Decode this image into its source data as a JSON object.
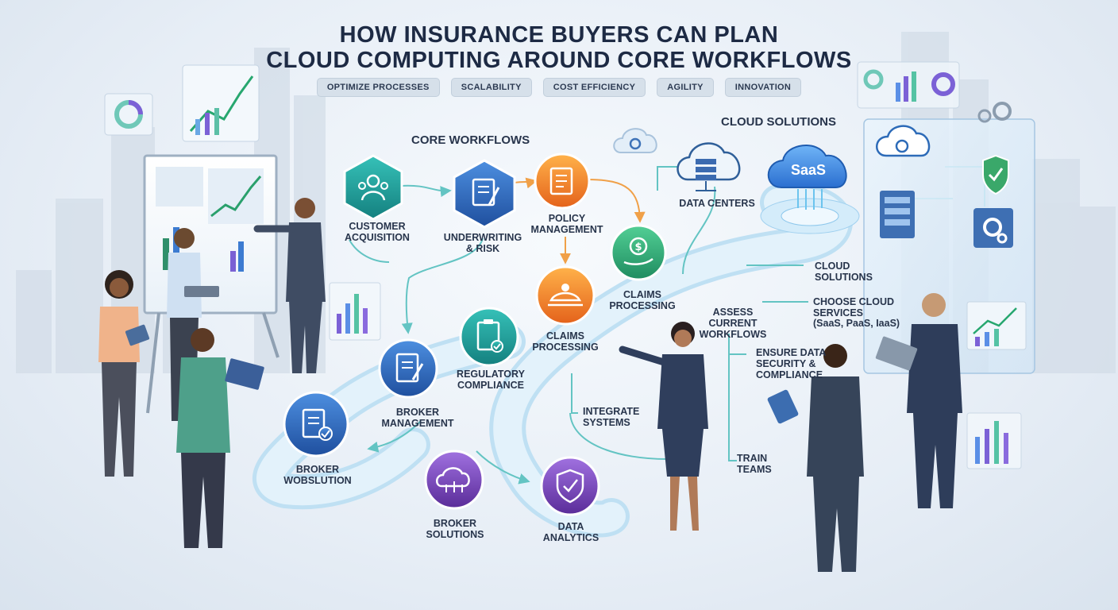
{
  "title": {
    "line1": "HOW INSURANCE BUYERS CAN PLAN",
    "line2": "CLOUD COMPUTING AROUND CORE WORKFLOWS"
  },
  "tags": [
    "OPTIMIZE PROCESSES",
    "SCALABILITY",
    "COST EFFICIENCY",
    "AGILITY",
    "INNOVATION"
  ],
  "sections": {
    "core_workflows": "CORE WORKFLOWS",
    "cloud_solutions": "CLOUD SOLUTIONS"
  },
  "workflow_nodes": {
    "customer_acquisition": "CUSTOMER ACQUISITION",
    "underwriting_risk": "UNDERWRITING & RISK",
    "policy_management": "POLICY MANAGEMENT",
    "claims_processing_right": "CLAIMS PROCESSING",
    "claims_processing_center": "CLAIMS PROCESSING",
    "regulatory_compliance": "REGULATORY COMPLIANCE",
    "broker_management": "BROKER MANAGEMENT",
    "broker_wobsolution": "BROKER WOBSLUTION",
    "broker_solutions": "BROKER SOLUTIONS",
    "data_analytics": "DATA ANALYTICS"
  },
  "cloud": {
    "data_centers": "DATA CENTERS",
    "saas": "SaaS"
  },
  "steps": {
    "cloud_solutions": "CLOUD SOLUTIONS",
    "choose_cloud": "CHOOSE CLOUD SERVICES",
    "choose_cloud_types": "(SaaS, PaaS, IaaS)",
    "assess": "ASSESS CURRENT WORKFLOWS",
    "ensure": "ENSURE DATA SECURITY & COMPLIANCE",
    "integrate": "INTEGRATE SYSTEMS",
    "train": "TRAIN TEAMS"
  },
  "colors": {
    "teal": "#1f9a97",
    "blue": "#2f6fc4",
    "orange": "#f08a24",
    "green": "#2fae7a",
    "purple": "#7a45b8",
    "path": "#cfe6f6",
    "arrow_teal": "#63c4c3",
    "arrow_orange": "#f0a048"
  }
}
